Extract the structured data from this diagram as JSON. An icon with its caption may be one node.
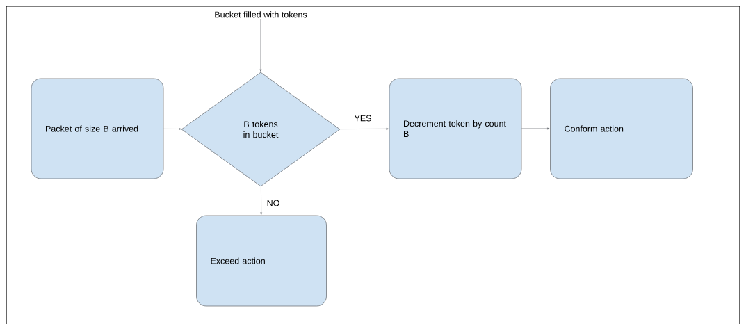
{
  "diagram": {
    "nodes": [
      {
        "text": [
          "Bucket filled with tokens"
        ]
      },
      {
        "text": [
          "Packet of size B arrived"
        ]
      },
      {
        "text": [
          "B tokens in bucket"
        ]
      },
      {
        "text": [
          "Decrement token by count B"
        ]
      },
      {
        "text": [
          "Conform action"
        ]
      },
      {
        "text": [
          "Exceed action"
        ]
      }
    ],
    "edges": [
      {
        "from": 0,
        "to": 2,
        "arrow": "to"
      },
      {
        "from": 1,
        "to": 2,
        "arrow": "to"
      },
      {
        "from": 2,
        "to": 3,
        "arrow": "to",
        "label": "YES"
      },
      {
        "from": 3,
        "to": 4,
        "arrow": "to"
      },
      {
        "from": 2,
        "to": 5,
        "arrow": "to",
        "label": "NO"
      }
    ]
  }
}
